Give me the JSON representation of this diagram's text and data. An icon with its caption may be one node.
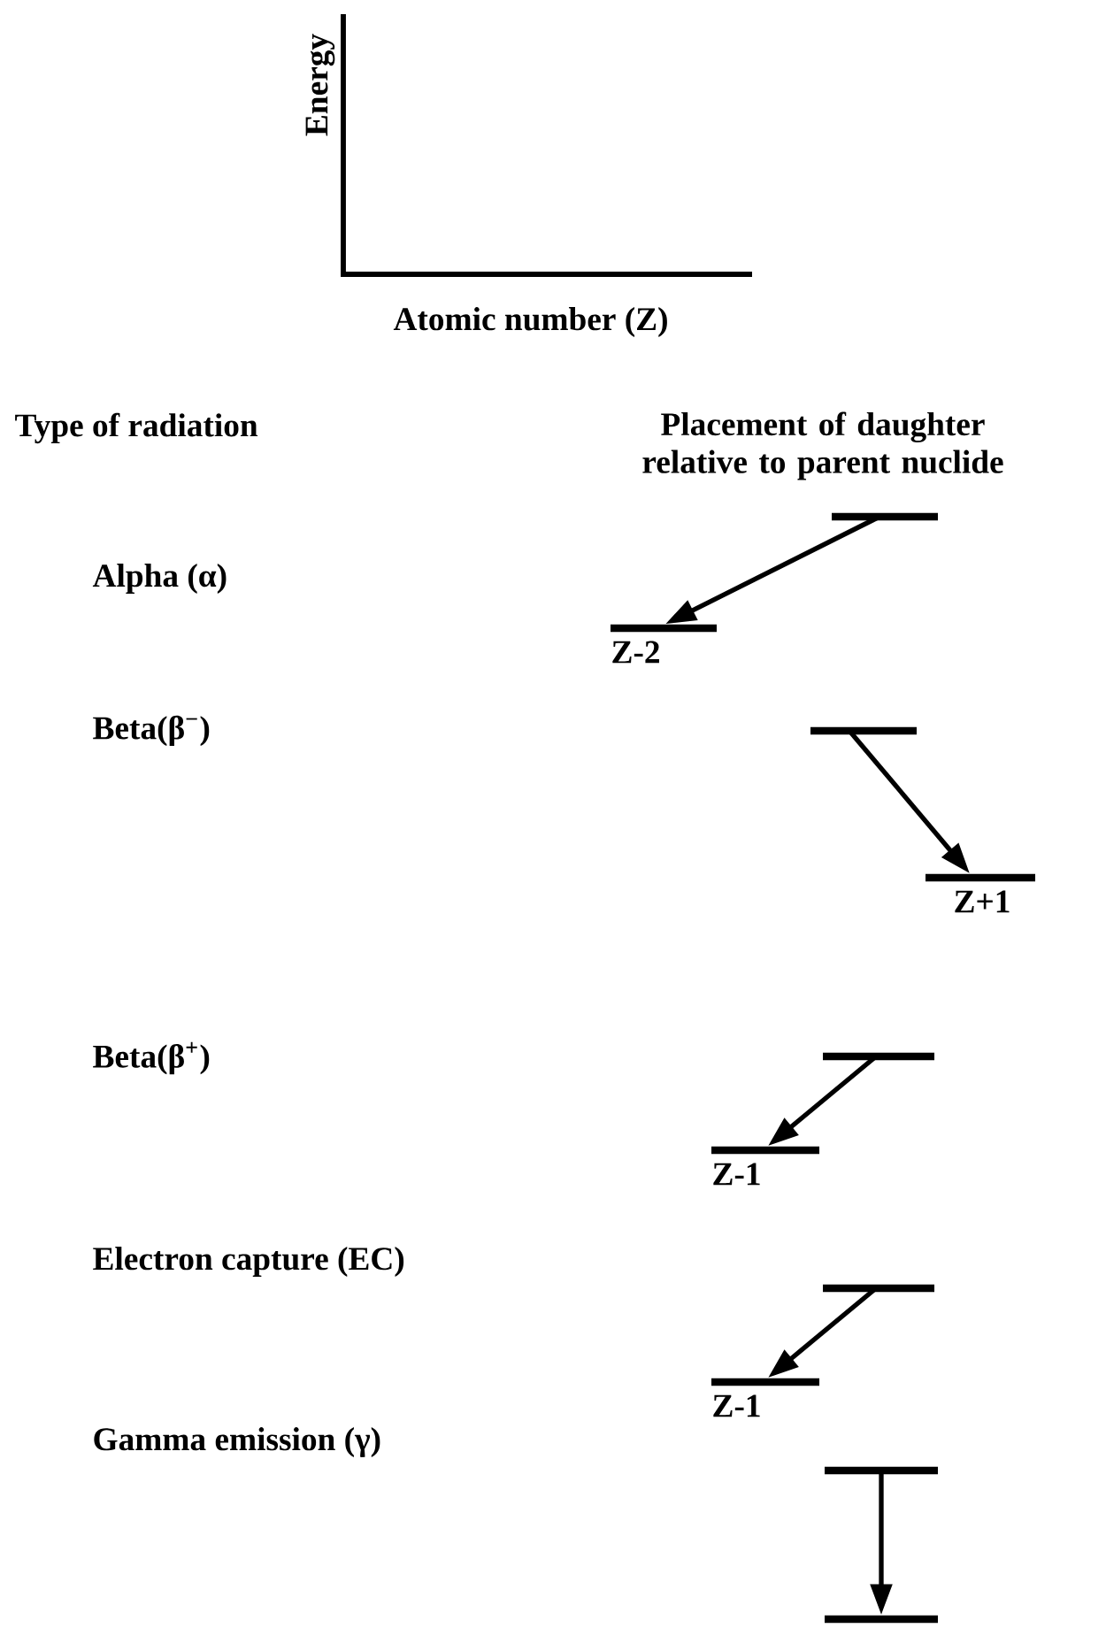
{
  "diagram": {
    "nodes": [
      {
        "text": [],
        "shape": "bar"
      },
      {
        "text": [],
        "shape": "bar",
        "beside": [
          "Z-2"
        ]
      },
      {
        "text": [],
        "shape": "bar"
      },
      {
        "text": [],
        "shape": "bar",
        "beside": [
          "Z+1"
        ]
      },
      {
        "text": [],
        "shape": "bar"
      },
      {
        "text": [],
        "shape": "bar",
        "beside": [
          "Z-1"
        ]
      },
      {
        "text": [],
        "shape": "bar"
      },
      {
        "text": [],
        "shape": "bar",
        "beside": [
          "Z-1"
        ]
      },
      {
        "text": [],
        "shape": "bar"
      },
      {
        "text": [],
        "shape": "bar"
      }
    ],
    "edges": [
      {
        "from": 0,
        "to": 1,
        "arrow": "to"
      },
      {
        "from": 2,
        "to": 3,
        "arrow": "to"
      },
      {
        "from": 4,
        "to": 5,
        "arrow": "to"
      },
      {
        "from": 6,
        "to": 7,
        "arrow": "to"
      },
      {
        "from": 8,
        "to": 9,
        "arrow": "to"
      }
    ],
    "labels": [
      "Energy",
      "Atomic number (Z)",
      "Type of radiation",
      "Placement of daughter relative to parent nuclide",
      "Alpha (α)",
      "Beta(β$^{−}$)",
      "Beta(β$^{+}$)",
      "Electron capture (EC)",
      "Gamma emission (γ)"
    ]
  }
}
